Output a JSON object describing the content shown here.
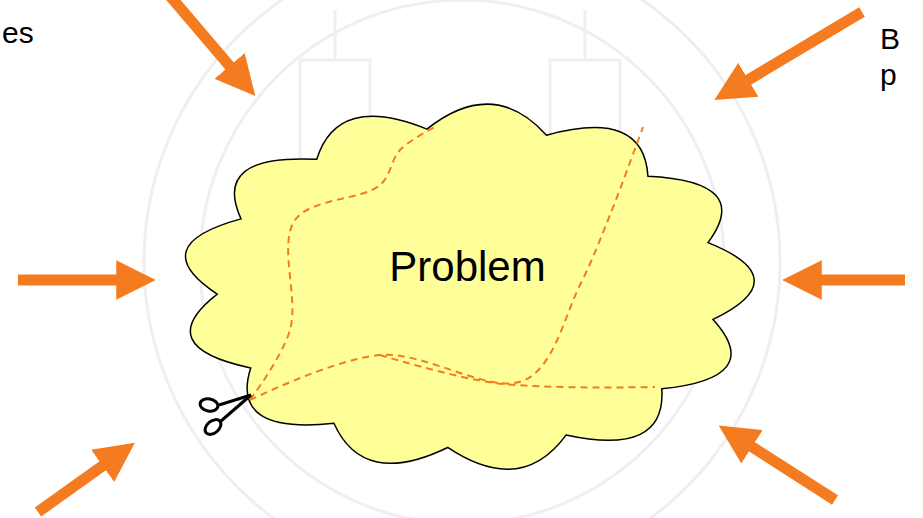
{
  "diagram": {
    "nodes": [
      {
        "text": [
          "Problem"
        ]
      }
    ],
    "labels": [
      "es",
      "B",
      "p"
    ]
  }
}
